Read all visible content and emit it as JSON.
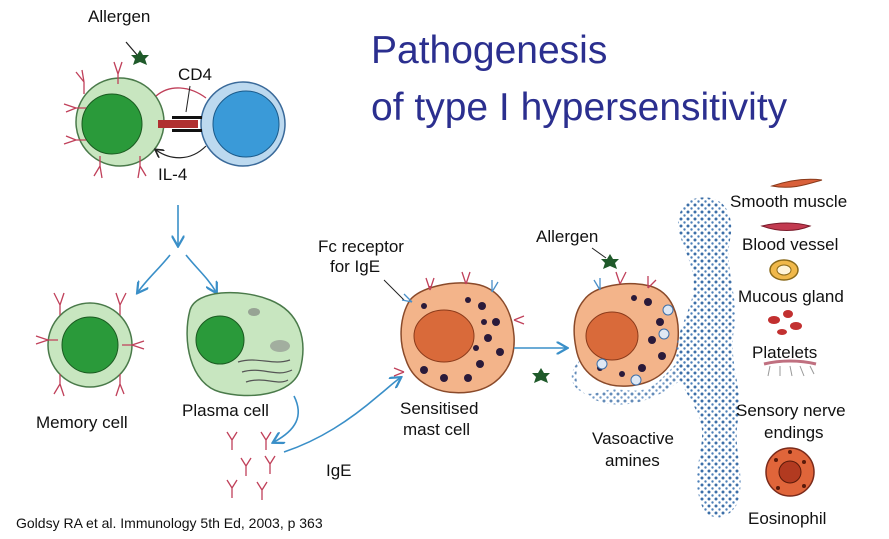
{
  "title": {
    "line1": "Pathogenesis",
    "line2": "of type I hypersensitivity"
  },
  "citation": "Goldsy RA et al.  Immunology 5th Ed, 2003, p 363",
  "labels": {
    "allergen_top": "Allergen",
    "cd4": "CD4",
    "il4": "IL-4",
    "memory_cell": "Memory cell",
    "plasma_cell": "Plasma cell",
    "ige": "IgE",
    "fc_receptor_line1": "Fc receptor",
    "fc_receptor_line2": "for IgE",
    "sensitised_line1": "Sensitised",
    "sensitised_line2": "mast cell",
    "allergen_right": "Allergen",
    "vasoactive_line1": "Vasoactive",
    "vasoactive_line2": "amines"
  },
  "targets": [
    "Smooth muscle",
    "Blood vessel",
    "Mucous gland",
    "Platelets",
    "Sensory nerve",
    "endings",
    "Eosinophil"
  ],
  "colors": {
    "title": "#2b2f8f",
    "arrow": "#3a8fc8",
    "b_cell_nucleus": "#2a9a3a",
    "b_cell_body": "#c8e6c0",
    "t_cell_nucleus": "#3a9ad8",
    "mast_cell_body": "#f3b48a",
    "mast_cell_nucleus": "#d96a3a",
    "allergen": "#1f5a2a",
    "antibody": "#c0405a"
  }
}
